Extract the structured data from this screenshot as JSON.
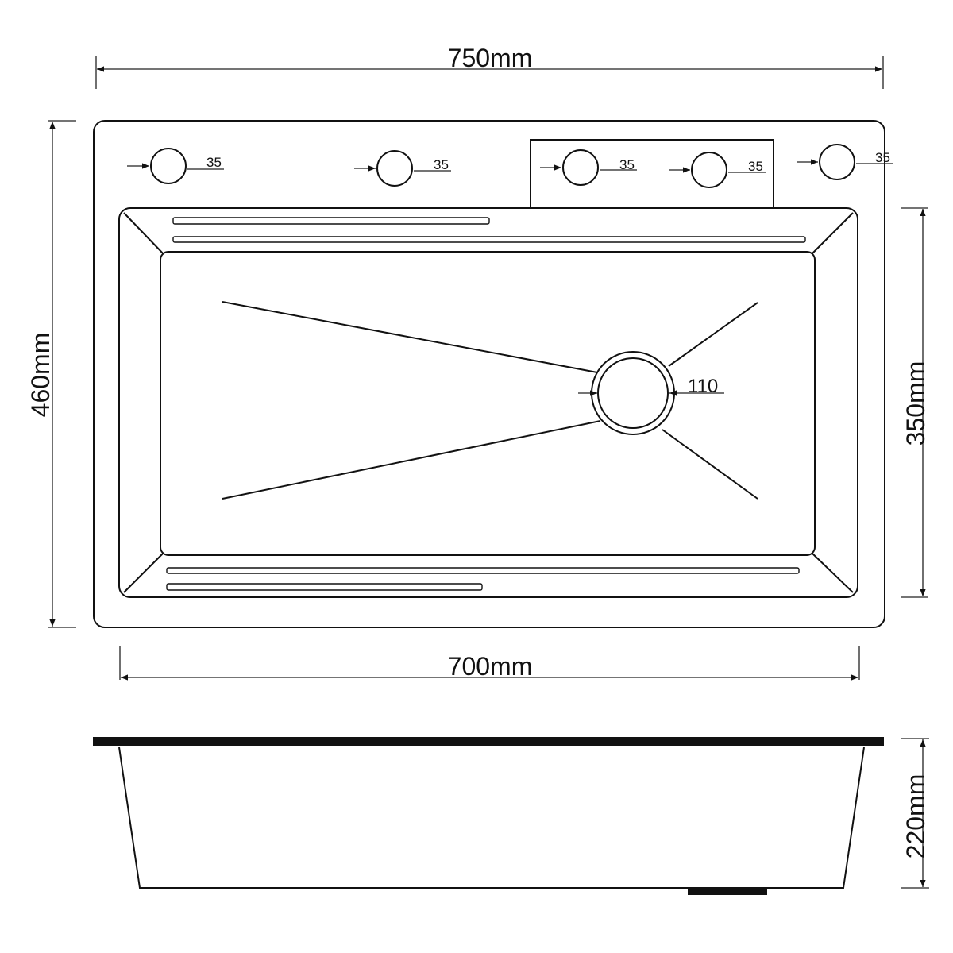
{
  "top_view": {
    "overall_width": "750mm",
    "overall_depth": "460mm",
    "basin_width": "700mm",
    "basin_depth": "350mm",
    "drain_diameter": "110",
    "tap_holes": [
      {
        "label": "35"
      },
      {
        "label": "35"
      },
      {
        "label": "35"
      },
      {
        "label": "35"
      },
      {
        "label": "35"
      }
    ]
  },
  "side_view": {
    "depth": "220mm"
  },
  "colors": {
    "line": "#111111",
    "background": "#ffffff"
  }
}
